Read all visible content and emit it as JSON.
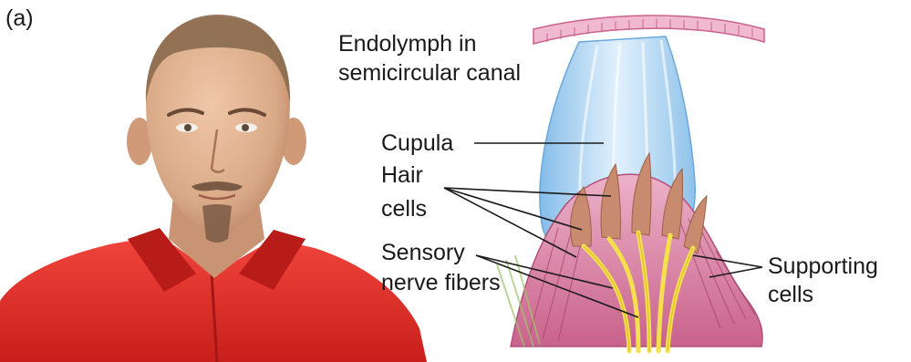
{
  "panel_label": "(a)",
  "labels": {
    "endolymph_line1": "Endolymph in",
    "endolymph_line2": "semicircular canal",
    "cupula": "Cupula",
    "hair_line1": "Hair",
    "hair_line2": "cells",
    "sensory_line1": "Sensory",
    "sensory_line2": "nerve fibers",
    "supporting_line1": "Supporting",
    "supporting_line2": "cells"
  },
  "colors": {
    "shirt": "#e8302a",
    "skin": "#dcae8f",
    "hair": "#8a6a4f",
    "cupula": "#8fc3ea",
    "epithelium": "#d98aa8",
    "nerve": "#f4e04d",
    "hair_cell": "#c98b6f",
    "leader": "#1a1a1a"
  }
}
